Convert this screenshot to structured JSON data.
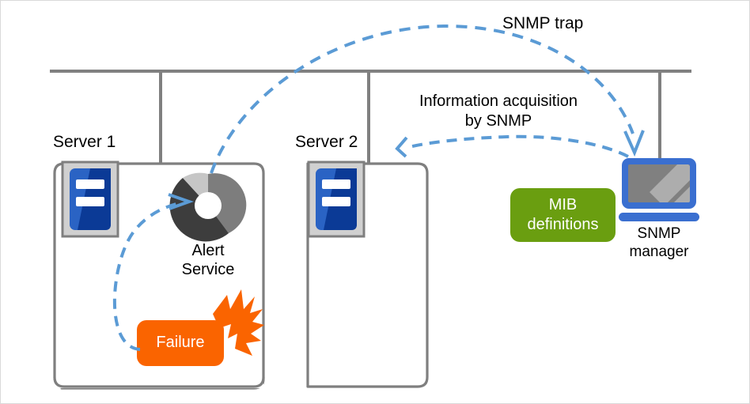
{
  "diagram": {
    "title": "SNMP trap monitoring diagram",
    "colors": {
      "bus_line": "#808080",
      "server_box_border": "#7f7f7f",
      "server_icon_blue": "#2a63c4",
      "server_icon_blue_dark": "#0b3a96",
      "server_icon_tray": "#d0d0d0",
      "server_icon_tray_border": "#7f7f7f",
      "dashed_arrow": "#5b9bd5",
      "failure_orange": "#fa6400",
      "mib_green": "#6a9e10",
      "manager_blue": "#3a6fd0",
      "manager_screen": "#808080",
      "donut_light": "#c6c6c6",
      "donut_mid": "#7d7d7d",
      "donut_dark": "#3d3d3d",
      "page_border": "#d9d9d9"
    },
    "labels": {
      "snmp_trap": "SNMP trap",
      "info_acq_line1": "Information acquisition",
      "info_acq_line2": "by SNMP",
      "server1": "Server 1",
      "server2": "Server 2",
      "alert_service_line1": "Alert",
      "alert_service_line2": "Service",
      "failure": "Failure",
      "mib_line1": "MIB",
      "mib_line2": "definitions",
      "snmp_manager_line1": "SNMP",
      "snmp_manager_line2": "manager"
    },
    "icons": {
      "server1_icon": "server-icon",
      "server2_icon": "server-icon",
      "alert_icon": "alert-service-donut-icon",
      "burst_icon": "failure-burst-icon",
      "manager_icon": "laptop-monitor-icon"
    },
    "connections": [
      {
        "name": "snmp-trap-flow",
        "from": "Alert Service",
        "to": "SNMP manager",
        "style": "dashed",
        "label": "SNMP trap"
      },
      {
        "name": "info-acquisition-flow",
        "from": "SNMP manager",
        "to": "Server 2",
        "style": "dashed",
        "label": "Information acquisition by SNMP"
      },
      {
        "name": "failure-to-alert-flow",
        "from": "Failure",
        "to": "Alert Service",
        "style": "dashed",
        "label": ""
      }
    ]
  }
}
